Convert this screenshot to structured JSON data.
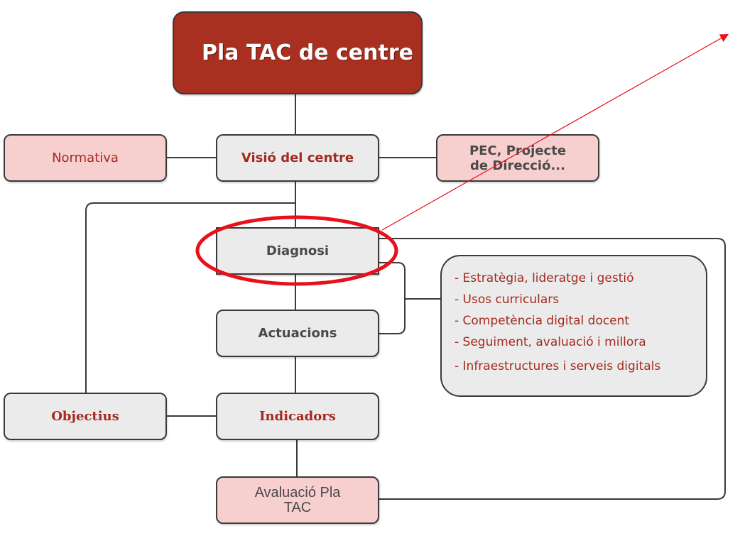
{
  "diagram": {
    "title": "Pla TAC de centre",
    "nodes": {
      "normativa": "Normativa",
      "visio": "Visió del centre",
      "pec": "PEC, Projecte de Direcció...",
      "pec_line1": "PEC, Projecte",
      "pec_line2": "de Direcció...",
      "diagnosi": "Diagnosi",
      "actuacions": "Actuacions",
      "objectius": "Objectius",
      "indicadors": "Indicadors",
      "avaluacio_line1": "Avaluació Pla",
      "avaluacio_line2": "TAC"
    },
    "diagnosi_areas": [
      "- Estratègia, lideratge i gestió",
      "- Usos curriculars",
      "- Competència digital docent",
      "- Seguiment, avaluació i millora",
      "- Infraestructures i serveis digitals"
    ],
    "highlight": {
      "target": "Diagnosi",
      "shape": "ellipse",
      "arrow": "pointing up-right off the diagram",
      "color": "#e8101a"
    },
    "colors": {
      "title_fill": "#a93020",
      "gray_fill": "#ebebeb",
      "pink_fill": "#f8cfcf",
      "label_red": "#a52a1e",
      "label_dark": "#4a4a4a",
      "connector": "#3a3a3a"
    }
  }
}
